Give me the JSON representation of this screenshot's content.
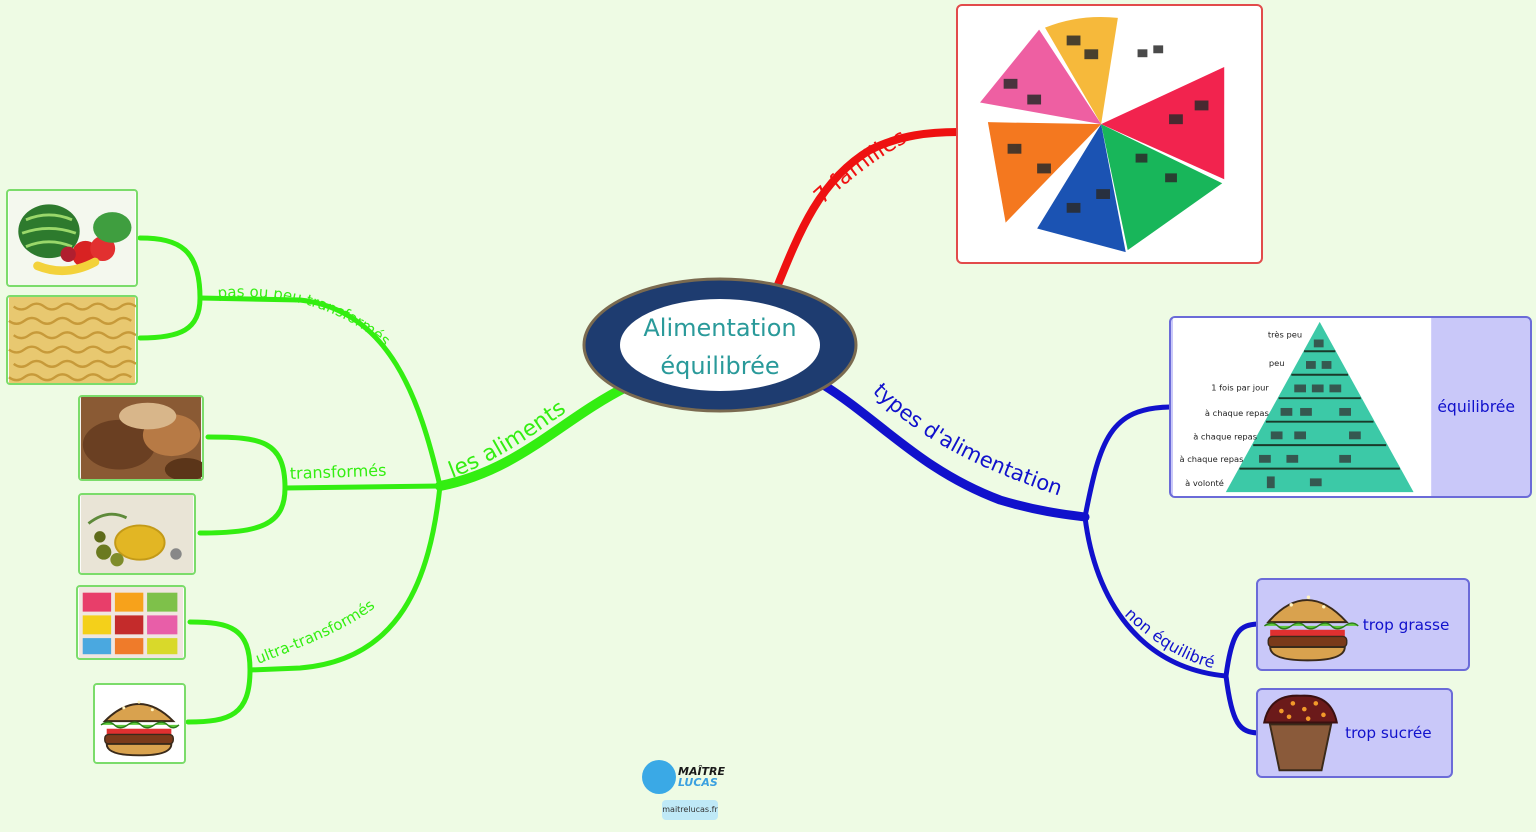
{
  "central": {
    "line1": "Alimentation",
    "line2": "équilibrée"
  },
  "left": {
    "main_label": "les aliments",
    "branches": [
      {
        "label": "pas ou peu transformés"
      },
      {
        "label": "transformés"
      },
      {
        "label": "ultra-transformés"
      }
    ]
  },
  "right_top": {
    "label": "7 familles"
  },
  "right_bottom": {
    "label": "types d'alimentation",
    "balanced": {
      "caption": "équilibrée",
      "pyramid_levels": [
        "très peu",
        "peu",
        "1 fois par jour",
        "à chaque repas",
        "à chaque repas",
        "à chaque repas",
        "à volonté"
      ]
    },
    "unbalanced": {
      "label": "non équilibré",
      "items": [
        {
          "label": "trop grasse"
        },
        {
          "label": "trop sucrée"
        }
      ]
    }
  },
  "logo": {
    "line1": "MAÎTRE",
    "line2": "LUCAS",
    "site": "maitrelucas.fr"
  },
  "colors": {
    "background": "#eefbe4",
    "green": "#33ee11",
    "red": "#ee1111",
    "blue": "#1111cc",
    "central_ring": "#1e3c70",
    "central_text": "#2a9a9a",
    "teal": "#3cc9a7"
  }
}
